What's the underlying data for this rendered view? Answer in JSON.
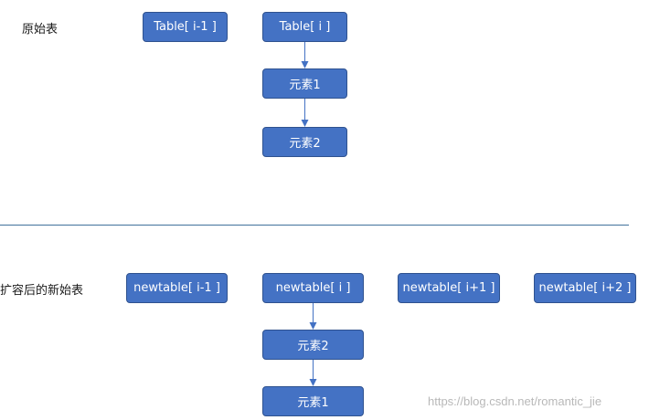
{
  "original": {
    "label": "原始表",
    "buckets": [
      "Table[ i-1 ]",
      "Table[ i ]"
    ],
    "chain": [
      "元素1",
      "元素2"
    ]
  },
  "resized": {
    "label": "扩容后的新始表",
    "buckets": [
      "newtable[ i-1 ]",
      "newtable[ i ]",
      "newtable[ i+1 ]",
      "newtable[ i+2 ]"
    ],
    "chain": [
      "元素2",
      "元素1"
    ]
  },
  "watermark": "https://blog.csdn.net/romantic_jie",
  "colors": {
    "box_fill": "#4472c4",
    "box_border": "#2f528f",
    "arrow": "#4472c4",
    "divider": "#41719c"
  }
}
